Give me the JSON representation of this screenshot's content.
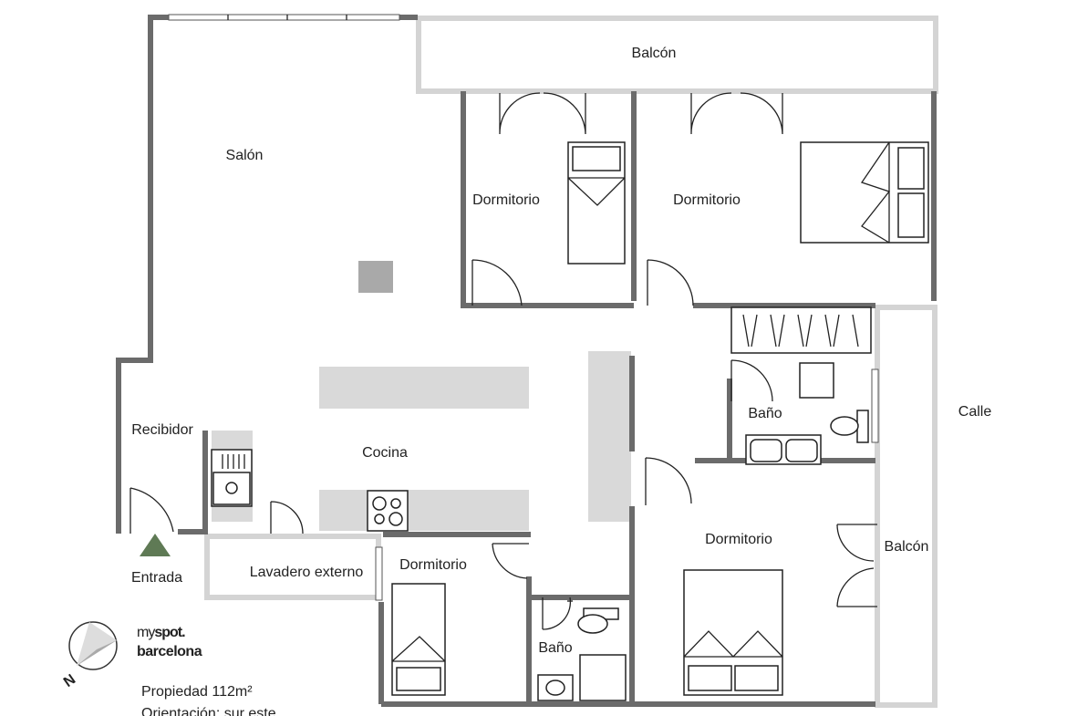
{
  "rooms": {
    "balcon_top": "Balcón",
    "salon": "Salón",
    "dormitorio_1": "Dormitorio",
    "dormitorio_2": "Dormitorio",
    "calle": "Calle",
    "bano_1": "Baño",
    "recibidor": "Recibidor",
    "cocina": "Cocina",
    "dormitorio_3": "Dormitorio",
    "balcon_right": "Balcón",
    "entrada": "Entrada",
    "lavadero": "Lavadero externo",
    "dormitorio_4": "Dormitorio",
    "bano_2": "Baño"
  },
  "logo": {
    "line1_light": "my",
    "line1_bold": "spot.",
    "line2": "barcelona"
  },
  "info": {
    "property": "Propiedad 112m²",
    "orientation": "Orientación: sur este"
  },
  "compass": {
    "label": "N"
  },
  "colors": {
    "wall": "#6b6b6b",
    "light_wall": "#d4d4d4",
    "entrance": "#5f7a55"
  }
}
